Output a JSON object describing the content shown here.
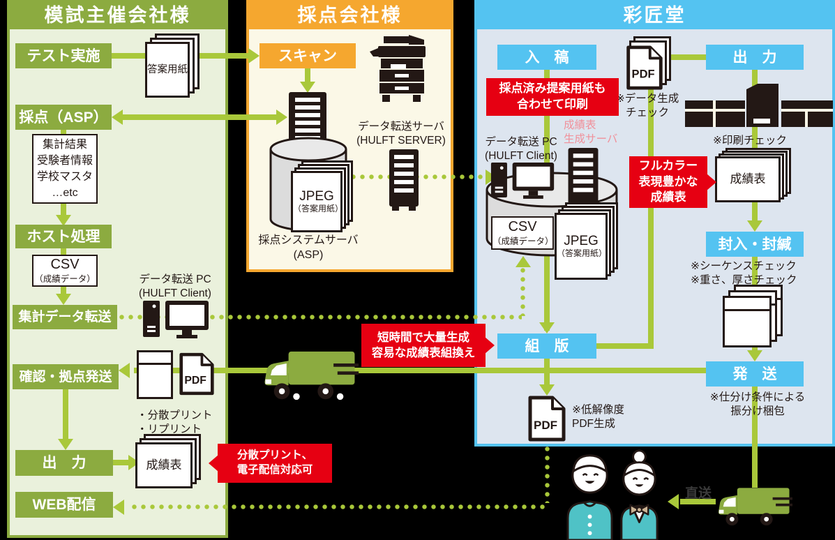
{
  "colors": {
    "panel_green": "#8cab40",
    "panel_green_bg": "#eaf1dc",
    "panel_orange": "#f5a72f",
    "panel_orange_bg": "#fbf8e7",
    "panel_blue": "#54c3f1",
    "panel_blue_bg": "#dde5ef",
    "arrow_green": "#a9c83a",
    "callout_red": "#e60012",
    "server_pink": "#f0919b",
    "icon_black": "#231815",
    "student_teal": "#4fc2c6"
  },
  "left": {
    "title": "模試主催会社様",
    "test": "テスト実施",
    "answer_sheets": "答案用紙",
    "scoring": "採点（ASP）",
    "agg": "集計結果\n受験者情報\n学校マスタ\n…etc",
    "host": "ホスト処理",
    "csv": "CSV",
    "csv_sub": "（成績データ）",
    "transfer": "集計データ転送",
    "pc": "データ転送 PC\n(HULFT Client)",
    "confirm": "確認・拠点発送",
    "pdf": "PDF",
    "output": "出　力",
    "reprint": "・分散プリント\n・リプリント",
    "report": "成績表",
    "callout": "分散プリント、\n電子配信対応可",
    "web": "WEB配信"
  },
  "middle": {
    "title": "採点会社様",
    "scan": "スキャン",
    "hulft_server": "データ転送サーバ\n(HULFT SERVER)",
    "jpeg": "JPEG",
    "jpeg_sub": "（答案用紙）",
    "asp_server": "採点システムサーバ\n(ASP)"
  },
  "right": {
    "title": "彩匠堂",
    "nyuko": "入　稿",
    "callout_insatsu": "採点済み提案用紙も\n合わせて印刷",
    "pc": "データ転送 PC\n(HULFT Client)",
    "gen_server": "成績表\n生成サーバ",
    "csv": "CSV",
    "csv_sub": "（成績データ）",
    "jpeg": "JPEG",
    "jpeg_sub": "（答案用紙）",
    "kumihan": "組　版",
    "callout_tanjikan": "短時間で大量生成\n容易な成績表組換え",
    "pdf": "PDF",
    "data_check": "※データ生成\nチェック",
    "output": "出　力",
    "print_check": "※印刷チェック",
    "report": "成績表",
    "callout_fullcolor": "フルカラー\n表現豊かな\n成績表",
    "funyu": "封入・封緘",
    "seq_check": "※シーケンスチェック\n※重さ、厚さチェック",
    "hasso": "発　送",
    "sorting": "※仕分け条件による\n振分け梱包",
    "lowres": "※低解像度\nPDF生成"
  },
  "outside": {
    "chokuso": "直送"
  }
}
